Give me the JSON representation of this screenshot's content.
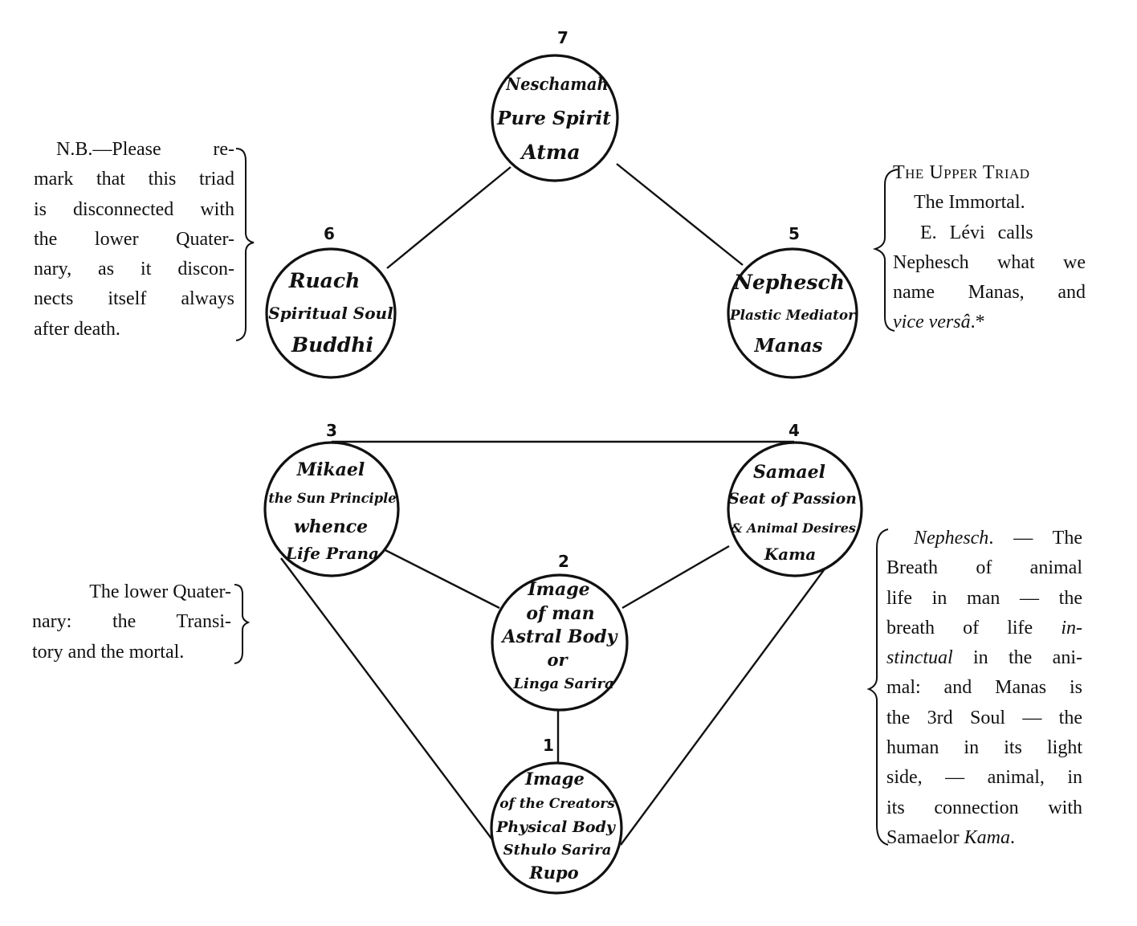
{
  "nodes": [
    {
      "number": "7",
      "lines": [
        "Neschamah",
        "Pure Spirit",
        "Atma"
      ]
    },
    {
      "number": "6",
      "lines": [
        "Ruach",
        "Spiritual Soul",
        "Buddhi"
      ]
    },
    {
      "number": "5",
      "lines": [
        "Nephesch",
        "Plastic Mediator",
        "Manas"
      ]
    },
    {
      "number": "3",
      "lines": [
        "Mikael",
        "the Sun Principle",
        "whence",
        "Life Prana"
      ]
    },
    {
      "number": "4",
      "lines": [
        "Samael",
        "Seat of Passion",
        "& Animal Desires",
        "Kama"
      ]
    },
    {
      "number": "2",
      "lines": [
        "Image",
        "of man",
        "Astral Body",
        "or",
        "Linga Sarira"
      ]
    },
    {
      "number": "1",
      "lines": [
        "Image",
        "of the Creators",
        "Physical Body",
        "Sthulo Sarira",
        "Rupo"
      ]
    }
  ],
  "notes": {
    "nb": {
      "lines": [
        "N.B.—Please re-",
        "mark that this triad",
        "is disconnected with",
        "the lower Quater-",
        "nary, as it discon-",
        "nects itself always",
        "after death."
      ]
    },
    "upper_triad": {
      "heading": "The Upper Triad",
      "lines": [
        "The Immortal.",
        "E. Lévi calls",
        "Nephesch what we",
        "name Manas, and"
      ],
      "last_italic": "vice versâ",
      "last_suffix": ".*"
    },
    "lower_quaternary": {
      "lines": [
        "The lower Quater-",
        "nary: the Transi-",
        "tory and the mortal."
      ]
    },
    "nephesch": {
      "l1_italic": "Nephesch",
      "l1_rest": ". — The",
      "l2": "Breath of animal",
      "l3": "life in man — the",
      "l4_pre": "breath of life ",
      "l4_italic": "in-",
      "l5_italic": "stinctual",
      "l5_rest": " in the ani-",
      "l6": "mal: and Manas is",
      "l7": "the 3rd Soul — the",
      "l8": "human in its light",
      "l9": "side, — animal, in",
      "l10": "its connection with",
      "l11_pre": "Samaelor ",
      "l11_italic": "Kama",
      "l11_suffix": "."
    }
  }
}
